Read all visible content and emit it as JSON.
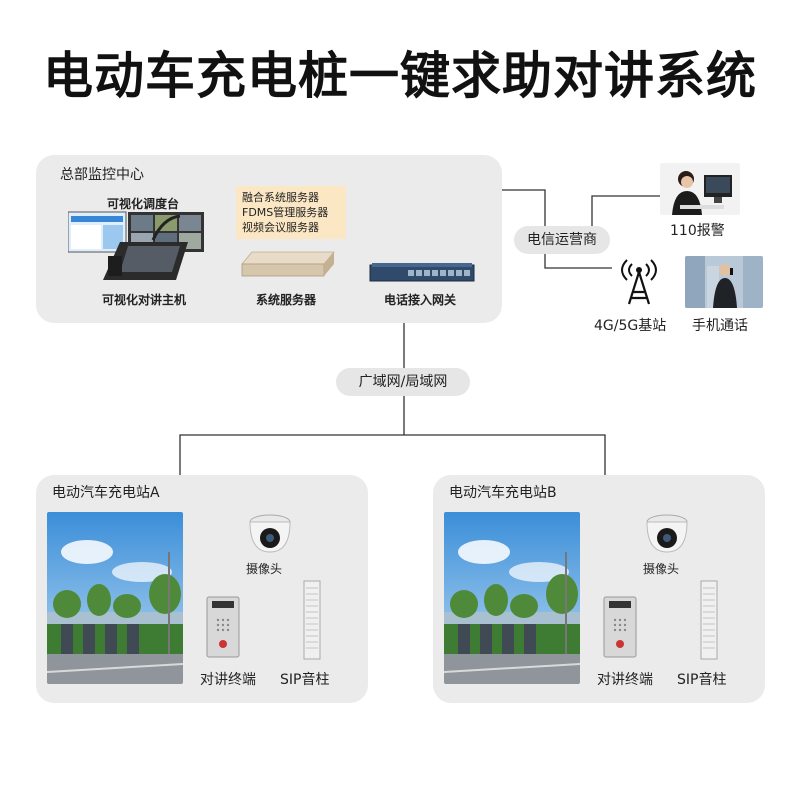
{
  "title": "电动车充电桩一键求助对讲系统",
  "hq": {
    "label": "总部监控中心",
    "dispatch_label": "可视化调度台",
    "intercom_host_label": "可视化对讲主机",
    "server_notes": [
      "融合系统服务器",
      "FDMS管理服务器",
      "视频会议服务器"
    ],
    "system_server_label": "系统服务器",
    "gateway_label": "电话接入网关"
  },
  "carrier_label": "电信运营商",
  "police_label": "110报警",
  "base_station_label": "4G/5G基站",
  "mobile_call_label": "手机通话",
  "network_label": "广域网/局域网",
  "stations": [
    {
      "label": "电动汽车充电站A",
      "camera_label": "摄像头",
      "terminal_label": "对讲终端",
      "speaker_label": "SIP音柱"
    },
    {
      "label": "电动汽车充电站B",
      "camera_label": "摄像头",
      "terminal_label": "对讲终端",
      "speaker_label": "SIP音柱"
    }
  ]
}
